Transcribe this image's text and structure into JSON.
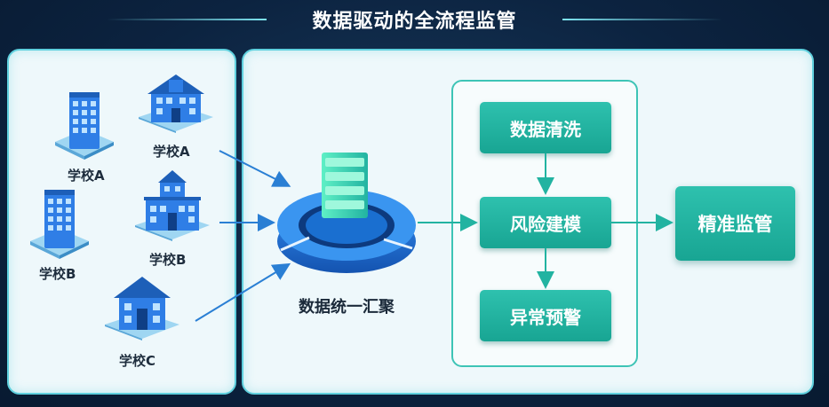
{
  "title": "数据驱动的全流程监管",
  "schools": [
    {
      "label": "学校A"
    },
    {
      "label": "学校A"
    },
    {
      "label": "学校B"
    },
    {
      "label": "学校B"
    },
    {
      "label": "学校C"
    }
  ],
  "hub": {
    "label": "数据统一汇聚"
  },
  "process": {
    "steps": [
      {
        "label": "数据清洗"
      },
      {
        "label": "风险建模"
      },
      {
        "label": "异常预警"
      }
    ]
  },
  "final": {
    "label": "精准监管"
  },
  "colors": {
    "background": "#0c2340",
    "panel": "#eef8fb",
    "panel_border": "#5fd0de",
    "teal": "#22b3a1",
    "arrow_blue": "#2a7fd4",
    "building_blue": "#2f7ee6"
  },
  "icons": [
    "building-icon",
    "data-server-icon"
  ]
}
